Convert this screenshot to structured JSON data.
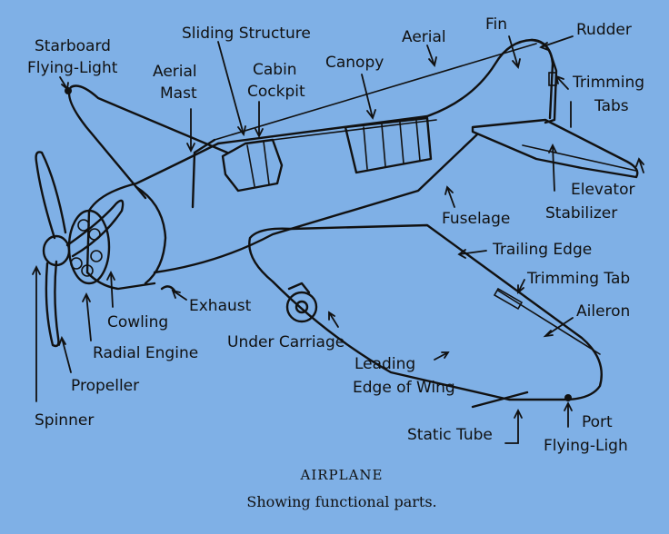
{
  "labels": {
    "starboard_light": [
      "Starboard",
      "Flying-Light"
    ],
    "sliding_structure": "Sliding Structure",
    "aerial": "Aerial",
    "fin": "Fin",
    "rudder": "Rudder",
    "aerial_mast": [
      "Aerial",
      "Mast"
    ],
    "cabin_cockpit": [
      "Cabin",
      "Cockpit"
    ],
    "canopy": "Canopy",
    "trimming_tabs": [
      "Trimming",
      "Tabs"
    ],
    "elevator_stabilizer": [
      "Elevator",
      "Stabilizer"
    ],
    "fuselage": "Fuselage",
    "trailing_edge": "Trailing Edge",
    "trimming_tab": "Trimming Tab",
    "aileron": "Aileron",
    "exhaust": "Exhaust",
    "cowling": "Cowling",
    "under_carriage": "Under Carriage",
    "radial_engine": "Radial Engine",
    "leading_edge": [
      "Leading",
      "Edge of Wing"
    ],
    "propeller": "Propeller",
    "spinner": "Spinner",
    "static_tube": "Static Tube",
    "port_light": [
      "Port",
      "Flying-Ligh"
    ]
  },
  "caption": {
    "title": "AIRPLANE",
    "subtitle": "Showing functional parts."
  }
}
